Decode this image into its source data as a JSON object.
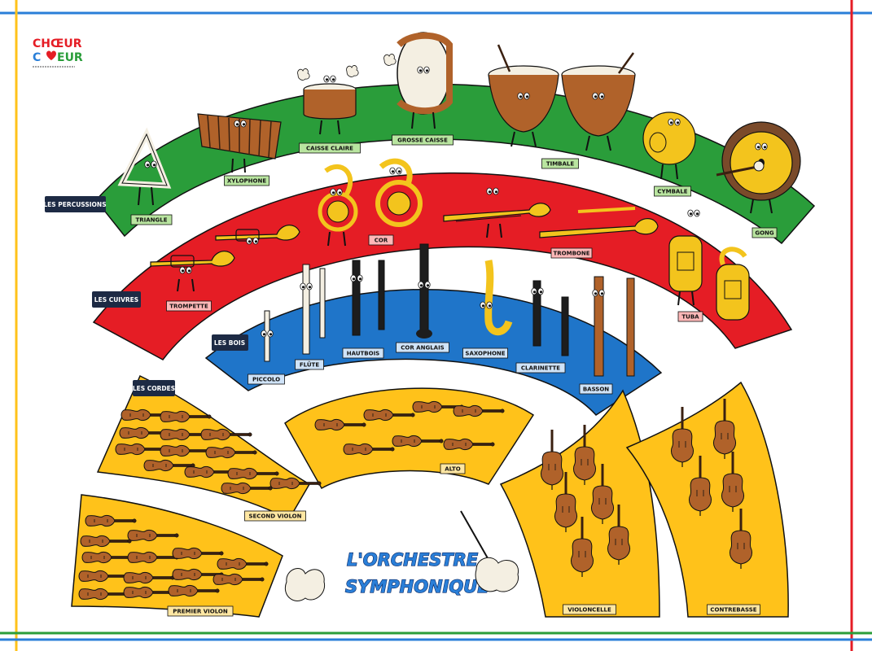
{
  "colors": {
    "percussion": "#2a9d3a",
    "brass": "#e51d25",
    "woodwinds": "#1f75c9",
    "strings": "#ffc21a",
    "outline": "#111111",
    "navy": "#1d2a44",
    "label_percussion": "#b9e5a0",
    "label_brass": "#ffb8b8",
    "label_woodwinds": "#cfe3f8",
    "label_strings": "#ffe7a3",
    "wood": "#b0622a",
    "gold": "#f3c41d",
    "frame_blue": "#2a7fd8",
    "frame_red": "#e51d25",
    "frame_green": "#2a9d3a",
    "frame_yellow": "#ffc21a"
  },
  "logo": {
    "line1": "CHŒUR",
    "line2_pre": "C",
    "line2_post": "EUR",
    "heart_icon": "heart-icon"
  },
  "title": {
    "line1": "L'ORCHESTRE",
    "line2": "SYMPHONIQUE"
  },
  "sections": {
    "percussion": "LES PERCUSSIONS",
    "brass": "LES CUIVRES",
    "woodwinds": "LES BOIS",
    "strings": "LES CORDES"
  },
  "percussion": [
    "TRIANGLE",
    "XYLOPHONE",
    "CAISSE CLAIRE",
    "GROSSE CAISSE",
    "TIMBALE",
    "CYMBALE",
    "GONG"
  ],
  "brass": [
    "TROMPETTE",
    "COR",
    "TROMBONE",
    "TUBA"
  ],
  "woodwinds": [
    "PICCOLO",
    "FLÛTE",
    "HAUTBOIS",
    "COR ANGLAIS",
    "SAXOPHONE",
    "CLARINETTE",
    "BASSON"
  ],
  "strings": [
    "SECOND VIOLON",
    "ALTO",
    "PREMIER VIOLON",
    "VIOLONCELLE",
    "CONTREBASSE"
  ]
}
